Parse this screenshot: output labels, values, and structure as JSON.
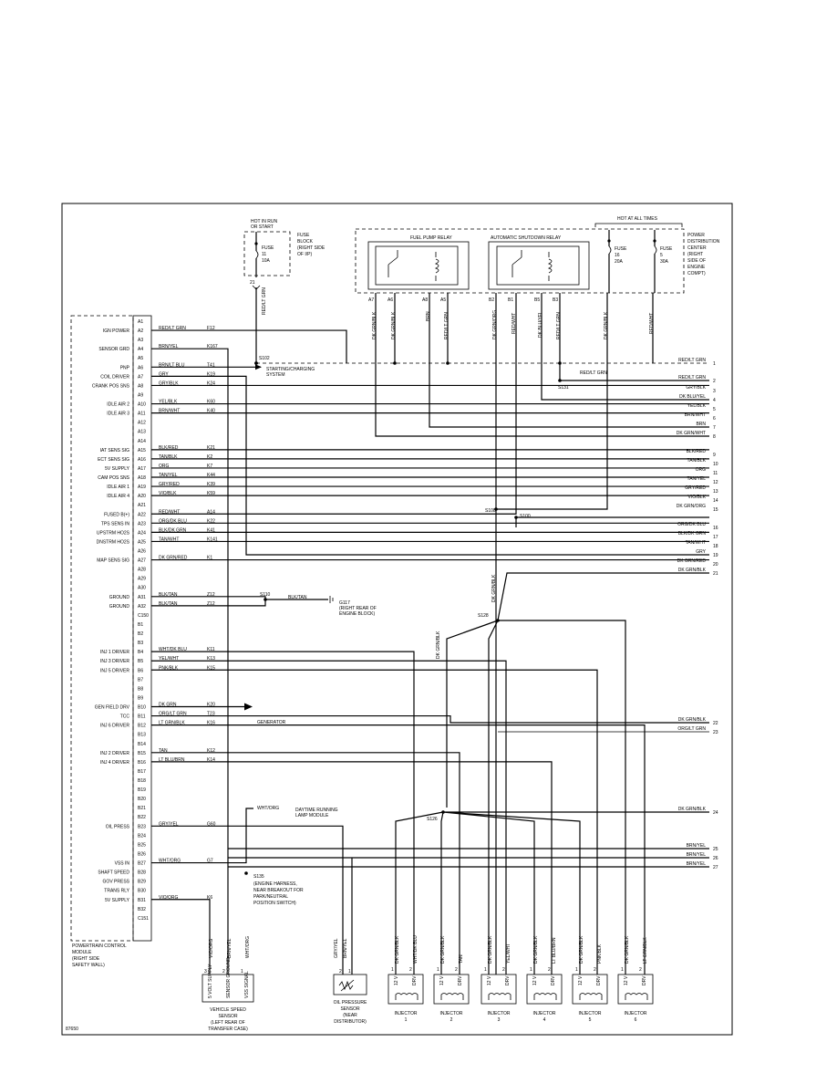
{
  "figure_id": "87650",
  "top_fuse": {
    "hot_label": [
      "HOT IN RUN",
      "OR START"
    ],
    "fuse_label": [
      "FUSE",
      "11",
      "10A"
    ],
    "block_label": [
      "FUSE",
      "BLOCK",
      "(RIGHT SIDE",
      "OF I/P)"
    ],
    "terminal": "21",
    "wire": "RED/LT GRN",
    "splice": "S102"
  },
  "pdc": {
    "hot_label": "HOT AT ALL TIMES",
    "label": [
      "POWER",
      "DISTRIBUTION",
      "CENTER",
      "(RIGHT",
      "SIDE OF",
      "ENGINE",
      "COMPT)"
    ],
    "fuse1": [
      "FUSE",
      "16",
      "20A"
    ],
    "fuse2": [
      "FUSE",
      "5",
      "30A"
    ],
    "relay1": "FUEL PUMP RELAY",
    "relay2": "AUTOMATIC SHUTDOWN RELAY",
    "pins": [
      "A7",
      "A6",
      "A8",
      "A5",
      "B2",
      "B1",
      "B5",
      "B3"
    ],
    "vwires": [
      "DK GRN/BLK",
      "DK GRN/BLK",
      "BRN",
      "RED/LT GRN",
      "DK GRN/ORG",
      "RED/WHT",
      "DK BLU/YEL",
      "RED/LT GRN",
      "DK GRN/BLK",
      "RED/WHT"
    ]
  },
  "pcm": {
    "label": [
      "POWERTRAIN CONTROL",
      "MODULE",
      "(RIGHT SIDE",
      "SAFETY WALL)"
    ],
    "pins": [
      {
        "pin": "A1"
      },
      {
        "pin": "A2",
        "func": "IGN POWER",
        "color": "RED/LT GRN",
        "circuit": "F12"
      },
      {
        "pin": "A3"
      },
      {
        "pin": "A4",
        "func": "SENSOR GRD",
        "color": "BRN/YEL",
        "circuit": "K167"
      },
      {
        "pin": "A5"
      },
      {
        "pin": "A6",
        "func": "PNP",
        "color": "BRN/LT BLU",
        "circuit": "T41"
      },
      {
        "pin": "A7",
        "func": "COIL DRIVER",
        "color": "GRY",
        "circuit": "K19"
      },
      {
        "pin": "A8",
        "func": "CRANK POS SNS",
        "color": "GRY/BLK",
        "circuit": "K24"
      },
      {
        "pin": "A9"
      },
      {
        "pin": "A10",
        "func": "IDLE AIR 2",
        "color": "YEL/BLK",
        "circuit": "K60"
      },
      {
        "pin": "A11",
        "func": "IDLE AIR 3",
        "color": "BRN/WHT",
        "circuit": "K40"
      },
      {
        "pin": "A12"
      },
      {
        "pin": "A13"
      },
      {
        "pin": "A14"
      },
      {
        "pin": "A15",
        "func": "IAT SENS SIG",
        "color": "BLK/RED",
        "circuit": "K21"
      },
      {
        "pin": "A16",
        "func": "ECT SENS SIG",
        "color": "TAN/BLK",
        "circuit": "K2"
      },
      {
        "pin": "A17",
        "func": "5V SUPPLY",
        "color": "ORG",
        "circuit": "K7"
      },
      {
        "pin": "A18",
        "func": "CAM POS SNS",
        "color": "TAN/YEL",
        "circuit": "K44"
      },
      {
        "pin": "A19",
        "func": "IDLE AIR 1",
        "color": "GRY/RED",
        "circuit": "K39"
      },
      {
        "pin": "A20",
        "func": "IDLE AIR 4",
        "color": "VIO/BLK",
        "circuit": "K59"
      },
      {
        "pin": "A21"
      },
      {
        "pin": "A22",
        "func": "FUSED B(+)",
        "color": "RED/WHT",
        "circuit": "A14"
      },
      {
        "pin": "A23",
        "func": "TPS SENS IN",
        "color": "ORG/DK BLU",
        "circuit": "K22"
      },
      {
        "pin": "A24",
        "func": "UPSTRM HO2S",
        "color": "BLK/DK GRN",
        "circuit": "K41"
      },
      {
        "pin": "A25",
        "func": "DNSTRM HO2S",
        "color": "TAN/WHT",
        "circuit": "K141"
      },
      {
        "pin": "A26"
      },
      {
        "pin": "A27",
        "func": "MAP SENS SIG",
        "color": "DK GRN/RED",
        "circuit": "K1"
      },
      {
        "pin": "A28"
      },
      {
        "pin": "A29"
      },
      {
        "pin": "A30"
      },
      {
        "pin": "A31",
        "func": "GROUND",
        "color": "BLK/TAN",
        "circuit": "Z12"
      },
      {
        "pin": "A32",
        "func": "GROUND",
        "color": "BLK/TAN",
        "circuit": "Z12"
      },
      {
        "pin": "C150"
      },
      {
        "pin": "B1"
      },
      {
        "pin": "B2"
      },
      {
        "pin": "B3"
      },
      {
        "pin": "B4",
        "func": "INJ 1 DRIVER",
        "color": "WHT/DK BLU",
        "circuit": "K11"
      },
      {
        "pin": "B5",
        "func": "INJ 3 DRIVER",
        "color": "YEL/WHT",
        "circuit": "K13"
      },
      {
        "pin": "B6",
        "func": "INJ 5 DRIVER",
        "color": "PNK/BLK",
        "circuit": "K15"
      },
      {
        "pin": "B7"
      },
      {
        "pin": "B8"
      },
      {
        "pin": "B9"
      },
      {
        "pin": "B10",
        "func": "GEN FIELD DRV",
        "color": "DK GRN",
        "circuit": "K20"
      },
      {
        "pin": "B11",
        "func": "TCC",
        "color": "ORG/LT GRN",
        "circuit": "T23"
      },
      {
        "pin": "B12",
        "func": "INJ 6 DRIVER",
        "color": "LT GRN/BLK",
        "circuit": "K16"
      },
      {
        "pin": "B13"
      },
      {
        "pin": "B14"
      },
      {
        "pin": "B15",
        "func": "INJ 2 DRIVER",
        "color": "TAN",
        "circuit": "K12"
      },
      {
        "pin": "B16",
        "func": "INJ 4 DRIVER",
        "color": "LT BLU/BRN",
        "circuit": "K14"
      },
      {
        "pin": "B17"
      },
      {
        "pin": "B18"
      },
      {
        "pin": "B19"
      },
      {
        "pin": "B20"
      },
      {
        "pin": "B21"
      },
      {
        "pin": "B22"
      },
      {
        "pin": "B23",
        "func": "OIL PRESS",
        "color": "GRY/YEL",
        "circuit": "G60"
      },
      {
        "pin": "B24"
      },
      {
        "pin": "B25"
      },
      {
        "pin": "B26"
      },
      {
        "pin": "B27",
        "func": "VSS IN",
        "color": "WHT/ORG",
        "circuit": "G7"
      },
      {
        "pin": "B28",
        "func": "SHAFT SPEED"
      },
      {
        "pin": "B29",
        "func": "GOV PRESS"
      },
      {
        "pin": "B30",
        "func": "TRANS RLY"
      },
      {
        "pin": "B31",
        "func": "5V SUPPLY",
        "color": "VIO/ORG",
        "circuit": "K6"
      },
      {
        "pin": "B32"
      },
      {
        "pin": "C151"
      }
    ]
  },
  "right_wires": [
    {
      "label": "RED/LT GRN",
      "num": "1"
    },
    {
      "label": "RED/LT GRN",
      "num": "2"
    },
    {
      "label": "GRY/BLK",
      "num": "3"
    },
    {
      "label": "DK BLU/YEL",
      "num": "4"
    },
    {
      "label": "YEL/BLK",
      "num": "5"
    },
    {
      "label": "BRN/WHT",
      "num": "6"
    },
    {
      "label": "BRN",
      "num": "7"
    },
    {
      "label": "DK GRN/WHT",
      "num": "8"
    },
    {
      "label": "BLK/RED",
      "num": "9"
    },
    {
      "label": "TAN/BLK",
      "num": "10"
    },
    {
      "label": "ORG",
      "num": "11"
    },
    {
      "label": "TAN/YEL",
      "num": "12"
    },
    {
      "label": "GRY/RED",
      "num": "13"
    },
    {
      "label": "VIO/BLK",
      "num": "14"
    },
    {
      "label": "DK GRN/ORG",
      "num": "15"
    },
    {
      "label": "ORG/DK BLU",
      "num": "16"
    },
    {
      "label": "BLK/DK GRN",
      "num": "17"
    },
    {
      "label": "TAN/WHT",
      "num": "18"
    },
    {
      "label": "GRY",
      "num": "19"
    },
    {
      "label": "DK GRN/RED",
      "num": "20"
    },
    {
      "label": "DK GRN/BLK",
      "num": "21"
    },
    {
      "label": "DK GRN/BLK",
      "num": "22"
    },
    {
      "label": "ORG/LT GRN",
      "num": "23"
    },
    {
      "label": "DK GRN/BLK",
      "num": "24"
    },
    {
      "label": "BRN/YEL",
      "num": "25"
    },
    {
      "label": "BRN/YEL",
      "num": "26"
    },
    {
      "label": "BRN/YEL",
      "num": "27"
    }
  ],
  "annotations": {
    "starting_system": [
      "STARTING/CHARGING",
      "SYSTEM"
    ],
    "red_lt_grn_note": "RED/LT GRN",
    "s131": "S131",
    "s108": "S108",
    "s100": "S100",
    "s110": "S110",
    "blk_tan_ground": "BLK/TAN",
    "g117": [
      "G117",
      "(RIGHT REAR OF",
      "ENGINE BLOCK)"
    ],
    "s128": "S128",
    "dk_grn_blk_v1": "DK GRN/BLK",
    "dk_grn_blk_v2": "DK GRN/BLK",
    "generator": "GENERATOR",
    "wht_org": "WHT/ORG",
    "drl_module": [
      "DAYTIME RUNNING",
      "LAMP MODULE"
    ],
    "s126": "S126",
    "s135": "S135",
    "s135_note": [
      "(ENGINE HARNESS,",
      "NEAR BREAKOUT FOR",
      "PARK/NEUTRAL",
      "POSITION SWITCH)"
    ]
  },
  "vss": {
    "wires": [
      "VIO/ORG",
      "BRN/YEL",
      "WHT/ORG"
    ],
    "pins": [
      "3",
      "2",
      "1"
    ],
    "terms": [
      "5 VOLT SUPPLY",
      "SENSOR GROUND",
      "VSS SIGNAL"
    ],
    "label": [
      "VEHICLE SPEED",
      "SENSOR",
      "(LEFT REAR OF",
      "TRANSFER CASE)"
    ]
  },
  "oil": {
    "wires": [
      "GRY/YEL",
      "BRN/YEL"
    ],
    "pins": [
      "2",
      "1"
    ],
    "label": [
      "OIL PRESSURE",
      "SENSOR",
      "(NEAR",
      "DISTRIBUTOR)"
    ]
  },
  "injectors": [
    {
      "name": "INJECTOR",
      "num": "1",
      "wires": [
        "DK GRN/BLK",
        "WHT/DK BLU"
      ]
    },
    {
      "name": "INJECTOR",
      "num": "2",
      "wires": [
        "DK GRN/BLK",
        "TAN"
      ]
    },
    {
      "name": "INJECTOR",
      "num": "3",
      "wires": [
        "DK GRN/BLK",
        "YEL/WHT"
      ]
    },
    {
      "name": "INJECTOR",
      "num": "4",
      "wires": [
        "DK GRN/BLK",
        "LT BLU/BRN"
      ]
    },
    {
      "name": "INJECTOR",
      "num": "5",
      "wires": [
        "DK GRN/BLK",
        "PNK/BLK"
      ]
    },
    {
      "name": "INJECTOR",
      "num": "6",
      "wires": [
        "DK GRN/BLK",
        "LT GRN/BLK"
      ]
    }
  ],
  "inj_pin_labels": [
    "1",
    "2"
  ],
  "inj_term_labels": [
    "12 V",
    "DRV"
  ]
}
